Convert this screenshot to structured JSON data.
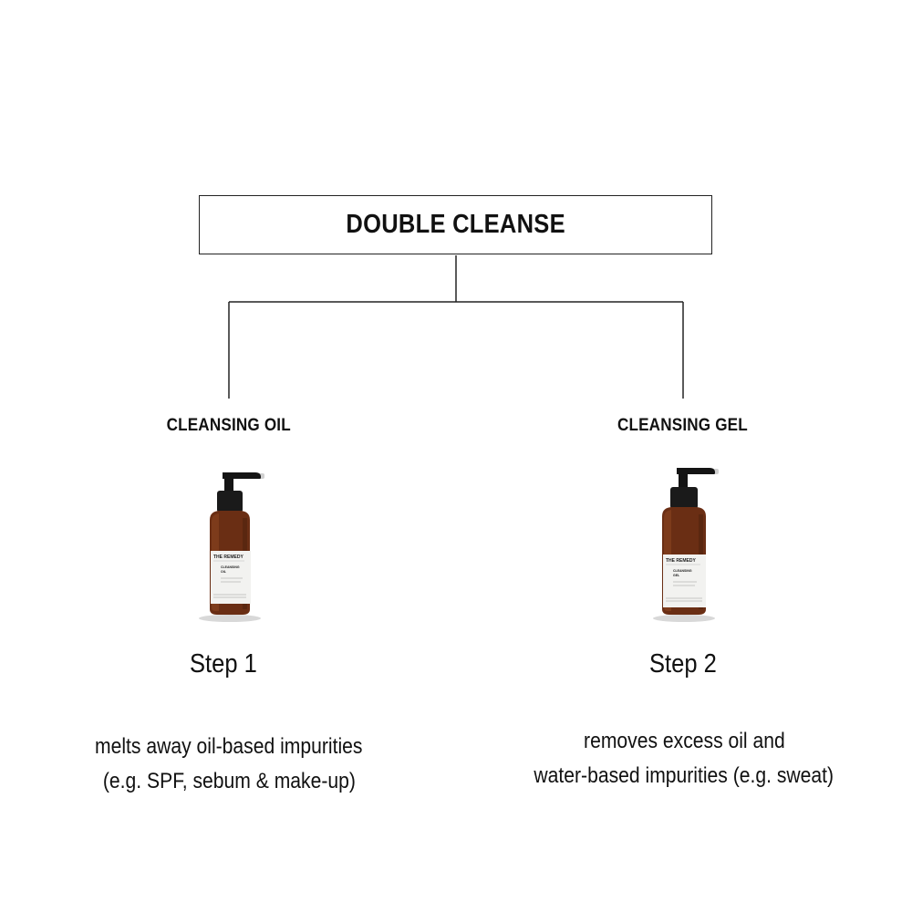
{
  "title": "DOUBLE CLEANSE",
  "branches": [
    {
      "label": "CLEANSING OIL",
      "step": "Step 1",
      "desc_line1": "melts away oil-based impurities",
      "desc_line2": "(e.g. SPF, sebum & make-up)",
      "product": {
        "brand": "THE REMEDY",
        "name": "CLEANSING",
        "type": "OIL"
      }
    },
    {
      "label": "CLEANSING GEL",
      "step": "Step 2",
      "desc_line1": "removes excess oil and",
      "desc_line2": "water-based impurities (e.g. sweat)",
      "product": {
        "brand": "THE REMEDY",
        "name": "CLEANSING",
        "type": "GEL"
      }
    }
  ],
  "colors": {
    "line": "#222222",
    "bottle_amber": "#6a2e14",
    "pump": "#141414",
    "label": "#f2f2f0"
  }
}
